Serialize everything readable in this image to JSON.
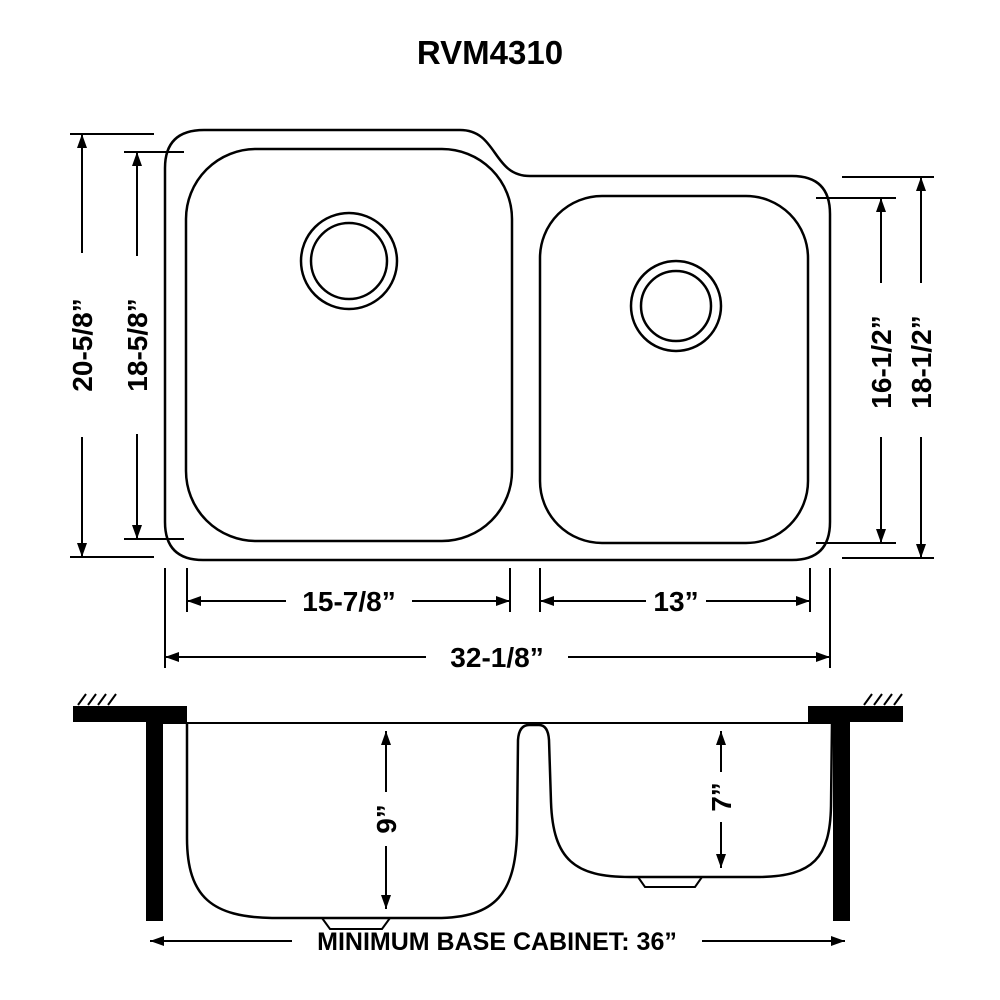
{
  "title": "RVM4310",
  "colors": {
    "line": "#000000",
    "bg": "#ffffff"
  },
  "top_view": {
    "overall_depth": "20-5/8”",
    "left_bowl_inner_depth": "18-5/8”",
    "right_bowl_inner_depth": "16-1/2”",
    "right_overall_depth": "18-1/2”",
    "left_bowl_width": "15-7/8”",
    "right_bowl_width": "13”",
    "overall_width": "32-1/8”"
  },
  "side_view": {
    "left_bowl_depth": "9”",
    "right_bowl_depth": "7”",
    "base_cabinet": "MINIMUM BASE CABINET: 36”"
  }
}
